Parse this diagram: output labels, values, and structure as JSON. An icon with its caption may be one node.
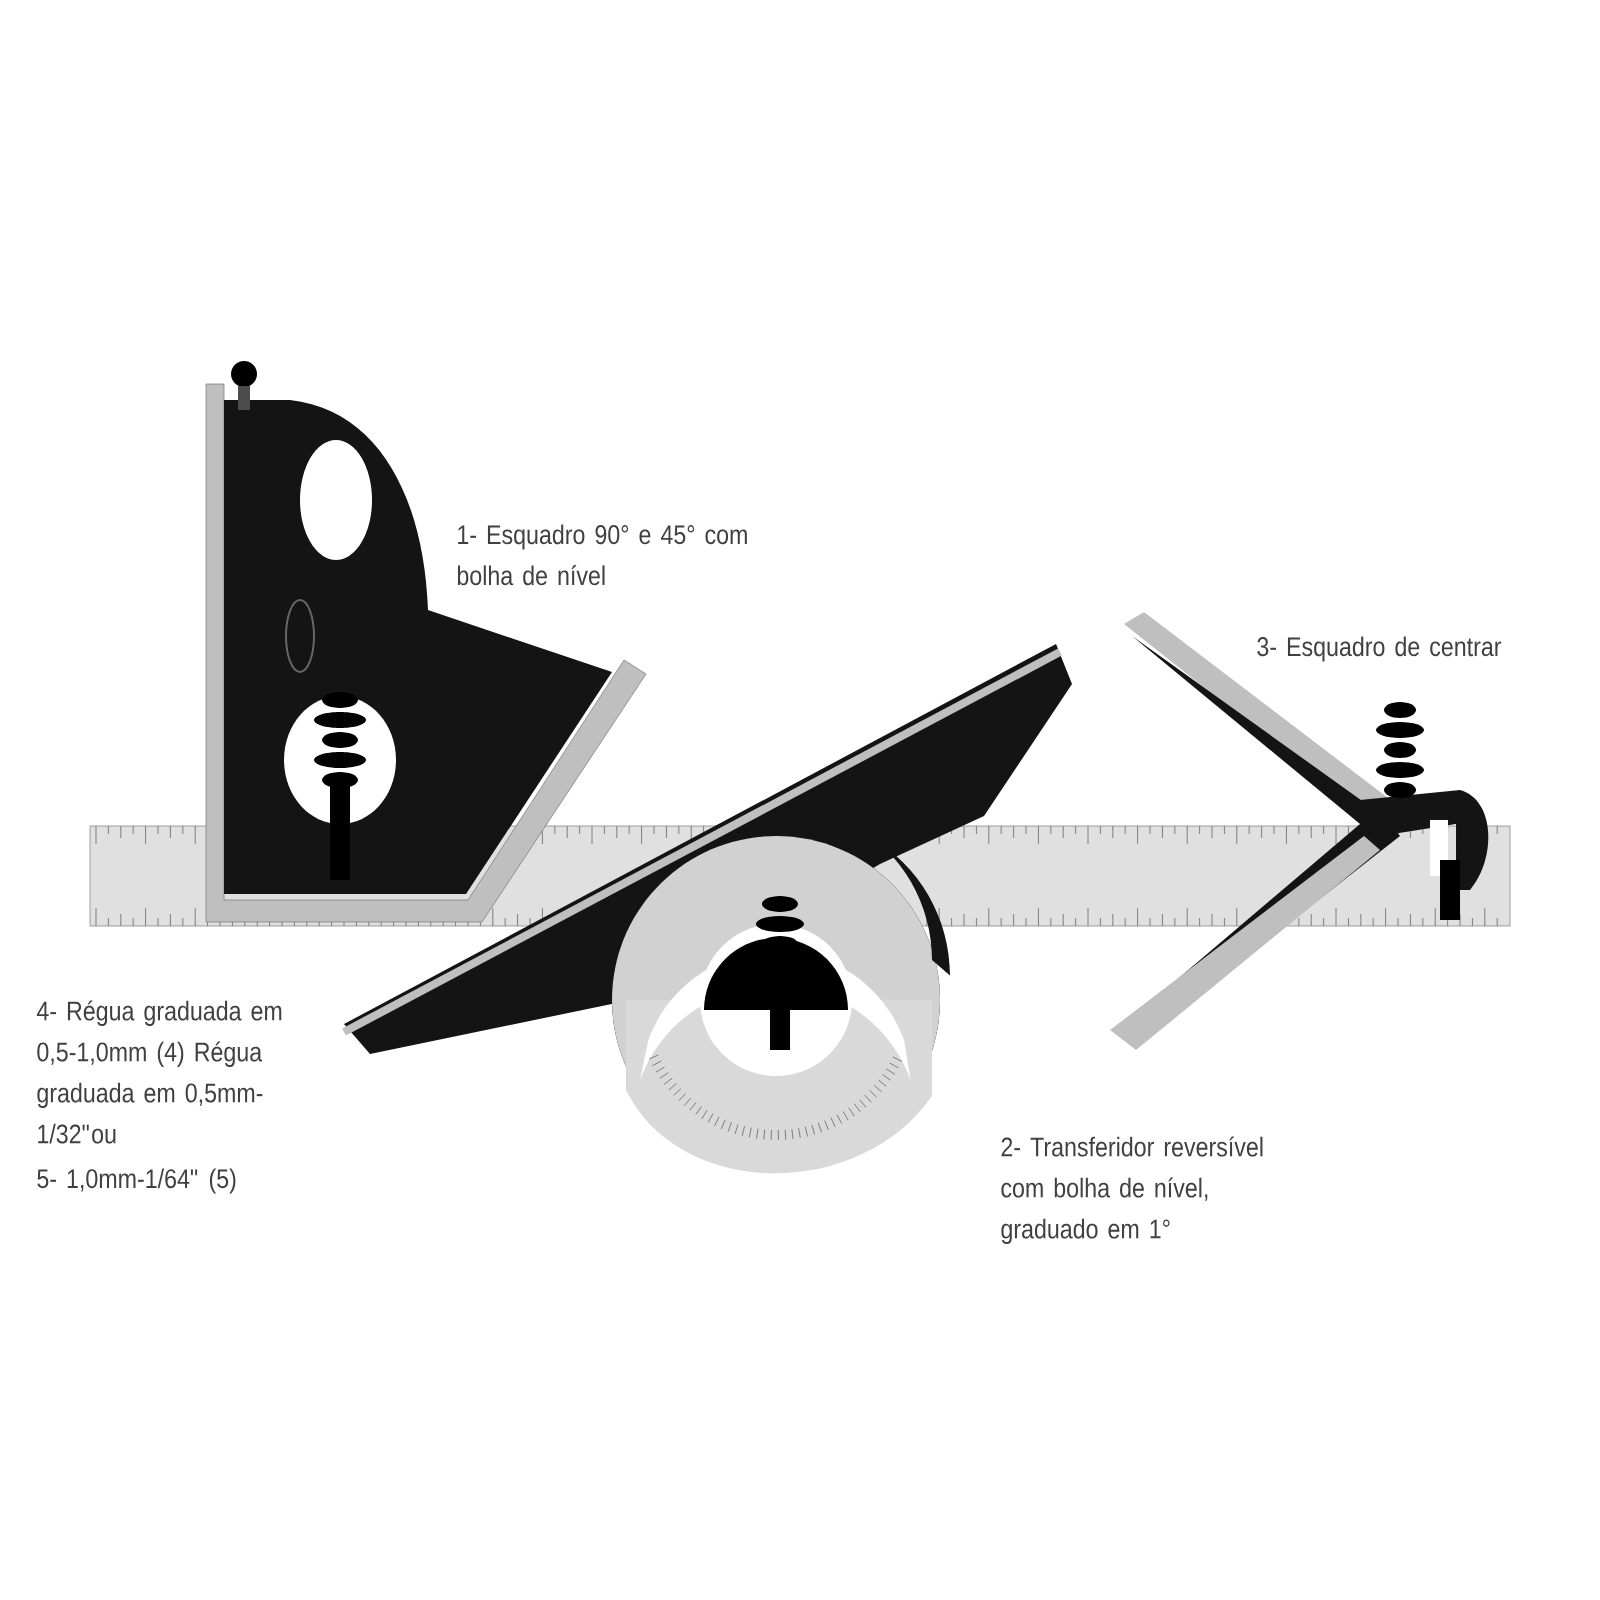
{
  "diagram": {
    "labels": [
      "1- Esquadro 90° e 45° com bolha de nível",
      "3- Esquadro de centrar",
      "4- Régua graduada em 0,5-1,0mm (4) Régua graduada em 0,5mm-1/32\"ou",
      "5- 1,0mm-1/64\" (5)",
      "2- Transferidor reversível com bolha de nível, graduado em 1°"
    ]
  }
}
